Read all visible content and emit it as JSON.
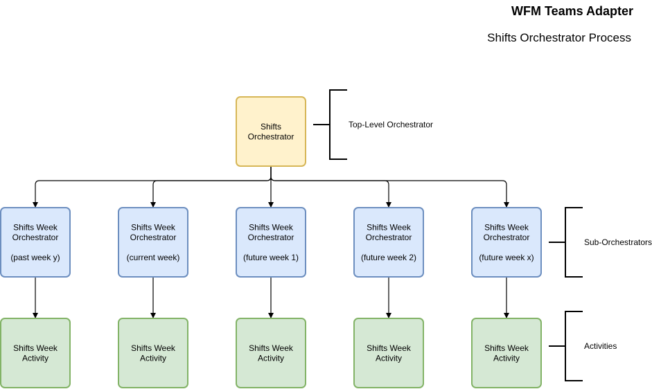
{
  "title": "WFM Teams Adapter",
  "subtitle": "Shifts Orchestrator Process",
  "colors": {
    "top_fill": "#fff2cc",
    "top_stroke": "#d6b656",
    "sub_fill": "#dae8fc",
    "sub_stroke": "#6c8ebf",
    "act_fill": "#d5e8d4",
    "act_stroke": "#82b366",
    "line": "#000000"
  },
  "top_node": {
    "lines": [
      "Shifts",
      "Orchestrator"
    ]
  },
  "sub_nodes": [
    {
      "lines": [
        "Shifts Week",
        "Orchestrator",
        "",
        "(past week y)"
      ]
    },
    {
      "lines": [
        "Shifts Week",
        "Orchestrator",
        "",
        "(current week)"
      ]
    },
    {
      "lines": [
        "Shifts Week",
        "Orchestrator",
        "",
        "(future week 1)"
      ]
    },
    {
      "lines": [
        "Shifts Week",
        "Orchestrator",
        "",
        "(future week 2)"
      ]
    },
    {
      "lines": [
        "Shifts Week",
        "Orchestrator",
        "",
        "(future week x)"
      ]
    }
  ],
  "activity_nodes": [
    {
      "lines": [
        "Shifts Week",
        "Activity"
      ]
    },
    {
      "lines": [
        "Shifts Week",
        "Activity"
      ]
    },
    {
      "lines": [
        "Shifts Week",
        "Activity"
      ]
    },
    {
      "lines": [
        "Shifts Week",
        "Activity"
      ]
    },
    {
      "lines": [
        "Shifts Week",
        "Activity"
      ]
    }
  ],
  "annotations": {
    "top": "Top-Level Orchestrator",
    "sub": "Sub-Orchestrators",
    "activities": "Activities"
  }
}
